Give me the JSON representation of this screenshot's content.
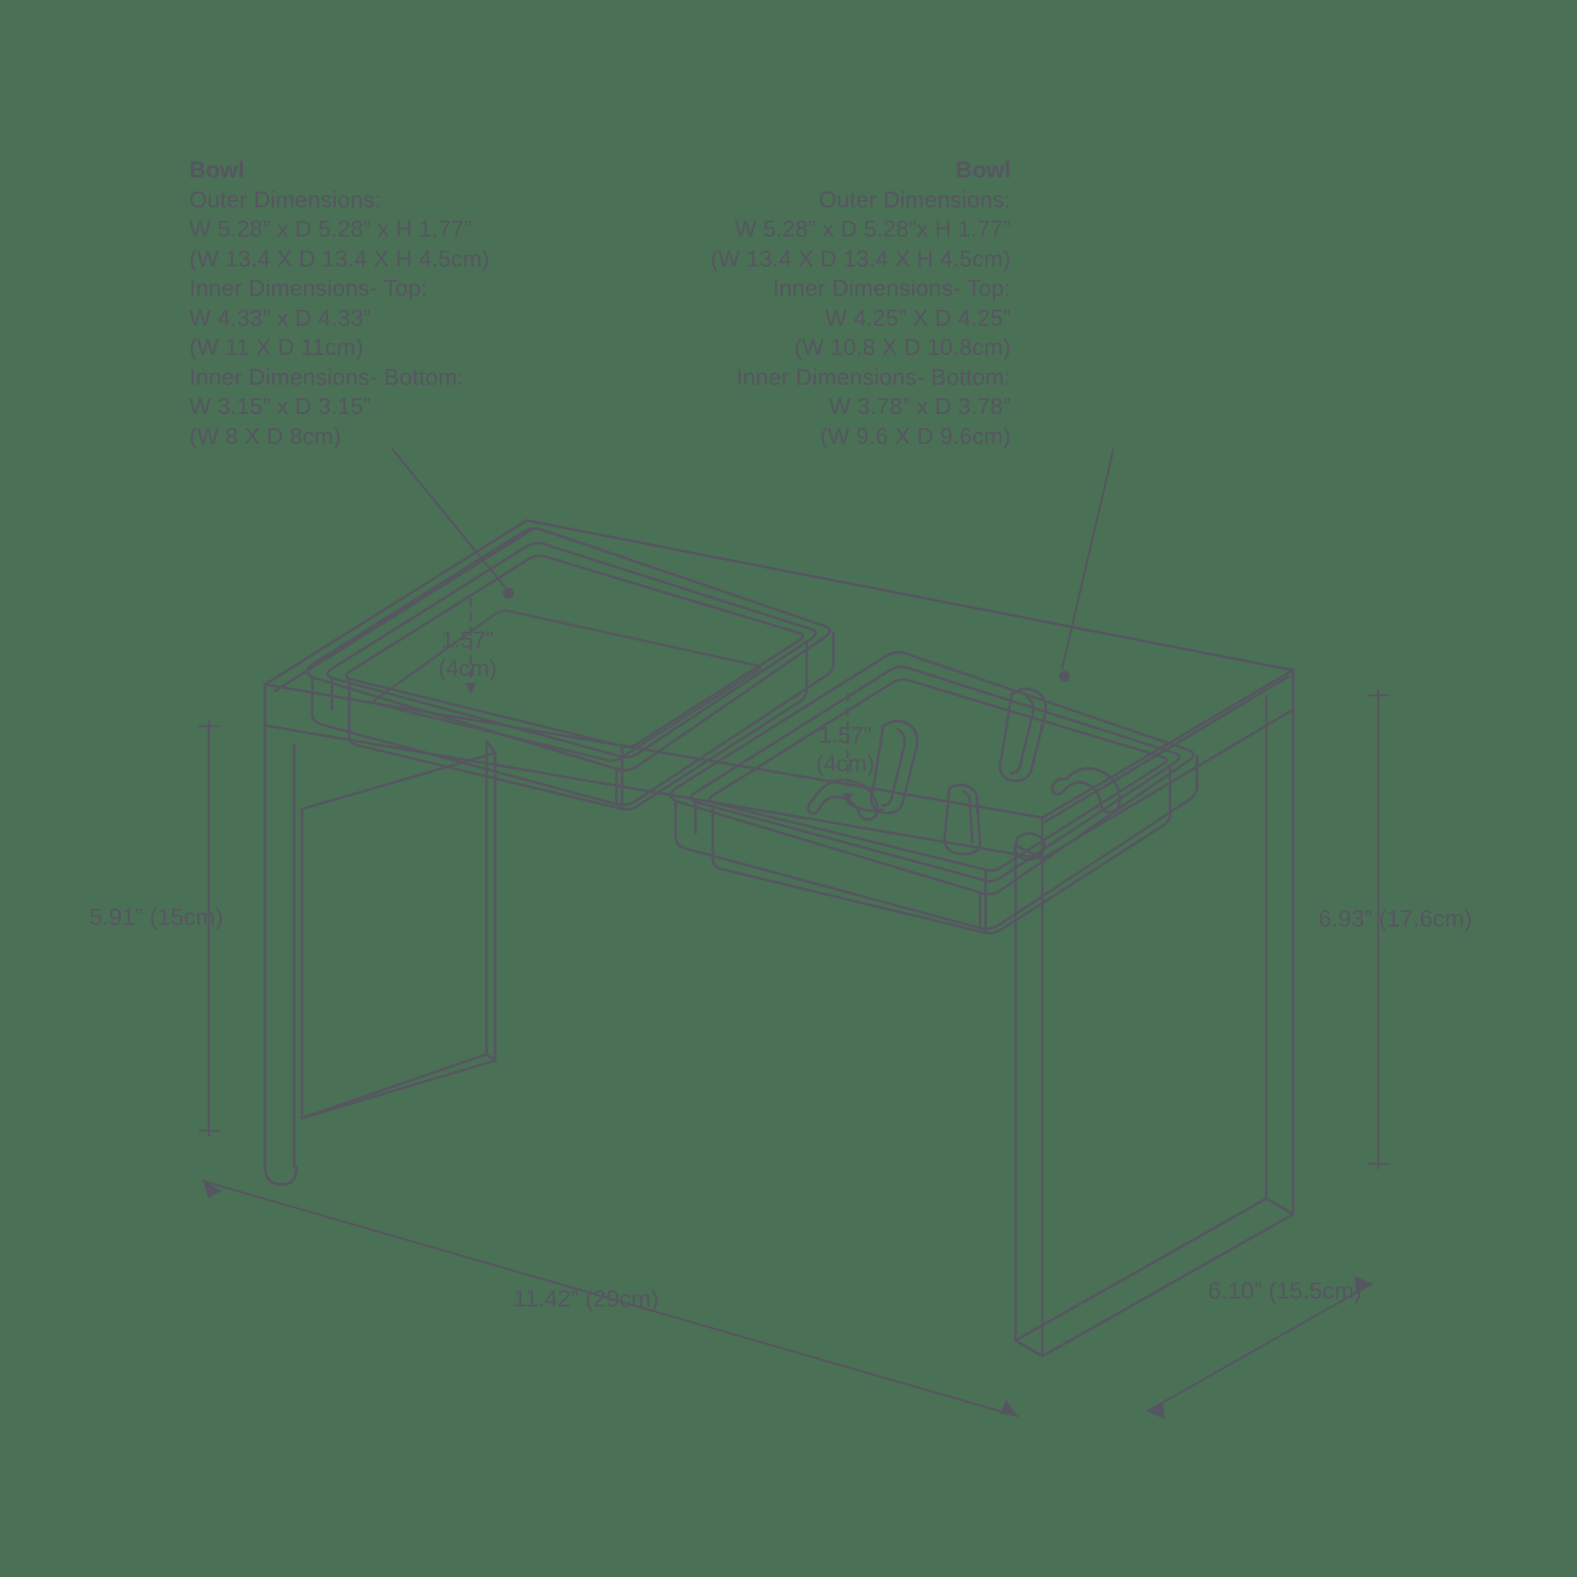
{
  "background_color": "#4a7055",
  "line_color": "#565661",
  "text_color": "#565661",
  "specs": {
    "left_bowl": {
      "heading": "Bowl",
      "outer_label": "Outer Dimensions:",
      "outer_in": "W 5.28” x D 5.28” x H 1.77”",
      "outer_cm": "(W 13.4 X D 13.4 X H 4.5cm)",
      "inner_top_label": "Inner Dimensions- Top:",
      "inner_top_in": "W 4.33” x D 4.33”",
      "inner_top_cm": "(W 11 X D 11cm)",
      "inner_bottom_label": "Inner Dimensions- Bottom:",
      "inner_bottom_in": "W 3.15” x D 3.15”",
      "inner_bottom_cm": "(W 8 X D 8cm)"
    },
    "right_bowl": {
      "heading": "Bowl",
      "outer_label": "Outer Dimensions:",
      "outer_in": "W 5.28” x D 5.28”x H 1.77”",
      "outer_cm": "(W 13.4 X D 13.4 X H 4.5cm)",
      "inner_top_label": "Inner Dimensions- Top:",
      "inner_top_in": "W 4.25” X D 4.25”",
      "inner_top_cm": "(W 10.8 X D 10.8cm)",
      "inner_bottom_label": "Inner Dimensions- Bottom:",
      "inner_bottom_in": "W 3.78” x D 3.78”",
      "inner_bottom_cm": "(W 9.6 X D 9.6cm)"
    }
  },
  "dimensions": {
    "inner_depth_left_in": "1.57\"",
    "inner_depth_left_cm": "(4cm)",
    "inner_depth_right_in": "1.57\"",
    "inner_depth_right_cm": "(4cm)",
    "stand_height_left": "5.91” (15cm)",
    "stand_height_right": "6.93” (17.6cm)",
    "stand_width_front": "11.42” (29cm)",
    "stand_depth_right": "6.10” (15.5cm)"
  }
}
